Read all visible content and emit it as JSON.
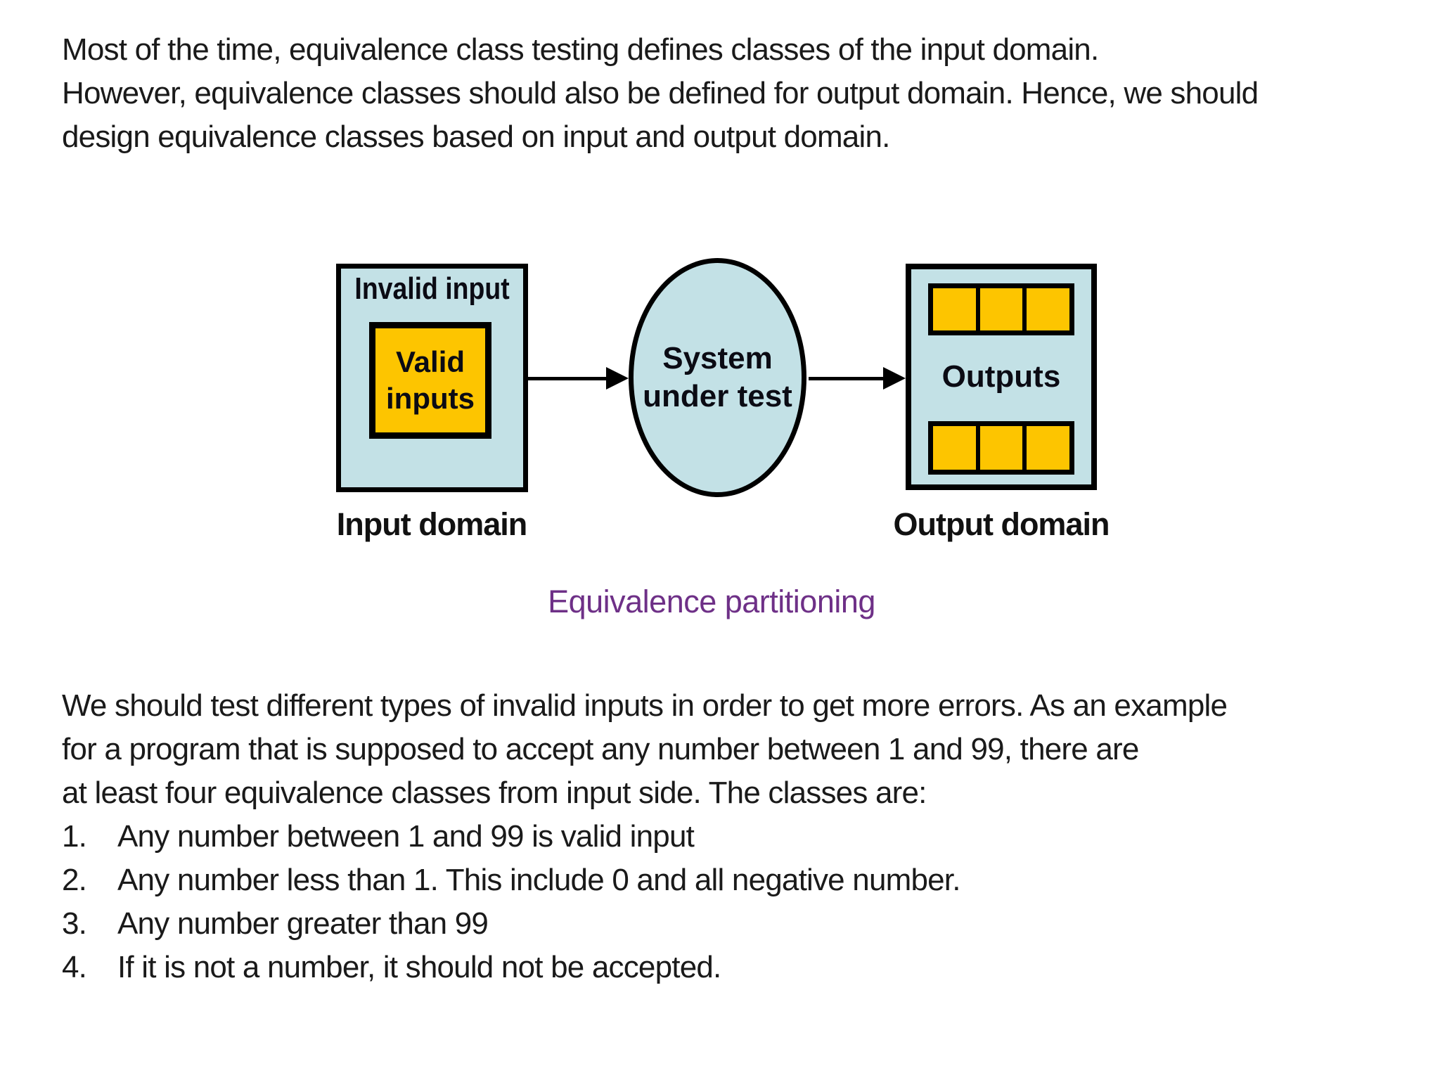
{
  "colors": {
    "box_fill": "#C3E1E6",
    "cell_fill": "#FDC500",
    "caption_color": "#6E3087",
    "text_color": "#1A1A1A"
  },
  "intro": {
    "lines": [
      "Most of the time, equivalence class testing defines classes of the input domain.",
      "However, equivalence classes should also be defined for output domain. Hence, we should",
      "design equivalence classes based on input and output domain."
    ]
  },
  "diagram": {
    "input_box": {
      "invalid_label": "Invalid input",
      "valid_lines": [
        "Valid",
        "inputs"
      ]
    },
    "system_ellipse": {
      "lines": [
        "System",
        "under test"
      ]
    },
    "output_box": {
      "label": "Outputs"
    },
    "input_caption": "Input domain",
    "output_caption": "Output domain",
    "figure_caption": "Equivalence partitioning"
  },
  "body": {
    "lines": [
      "We should test different types of invalid inputs in order to get more errors. As an example",
      "for a program that is supposed to accept any number between 1 and 99, there are",
      "at least four equivalence classes from input side. The classes are:"
    ],
    "list": [
      {
        "num": "1.",
        "text": "Any number between 1 and 99 is valid input"
      },
      {
        "num": "2.",
        "text": "Any number less than 1. This include 0 and all negative number."
      },
      {
        "num": "3.",
        "text": "Any number greater than 99"
      },
      {
        "num": "4.",
        "text": "If it is not a number, it should not be accepted."
      }
    ]
  }
}
